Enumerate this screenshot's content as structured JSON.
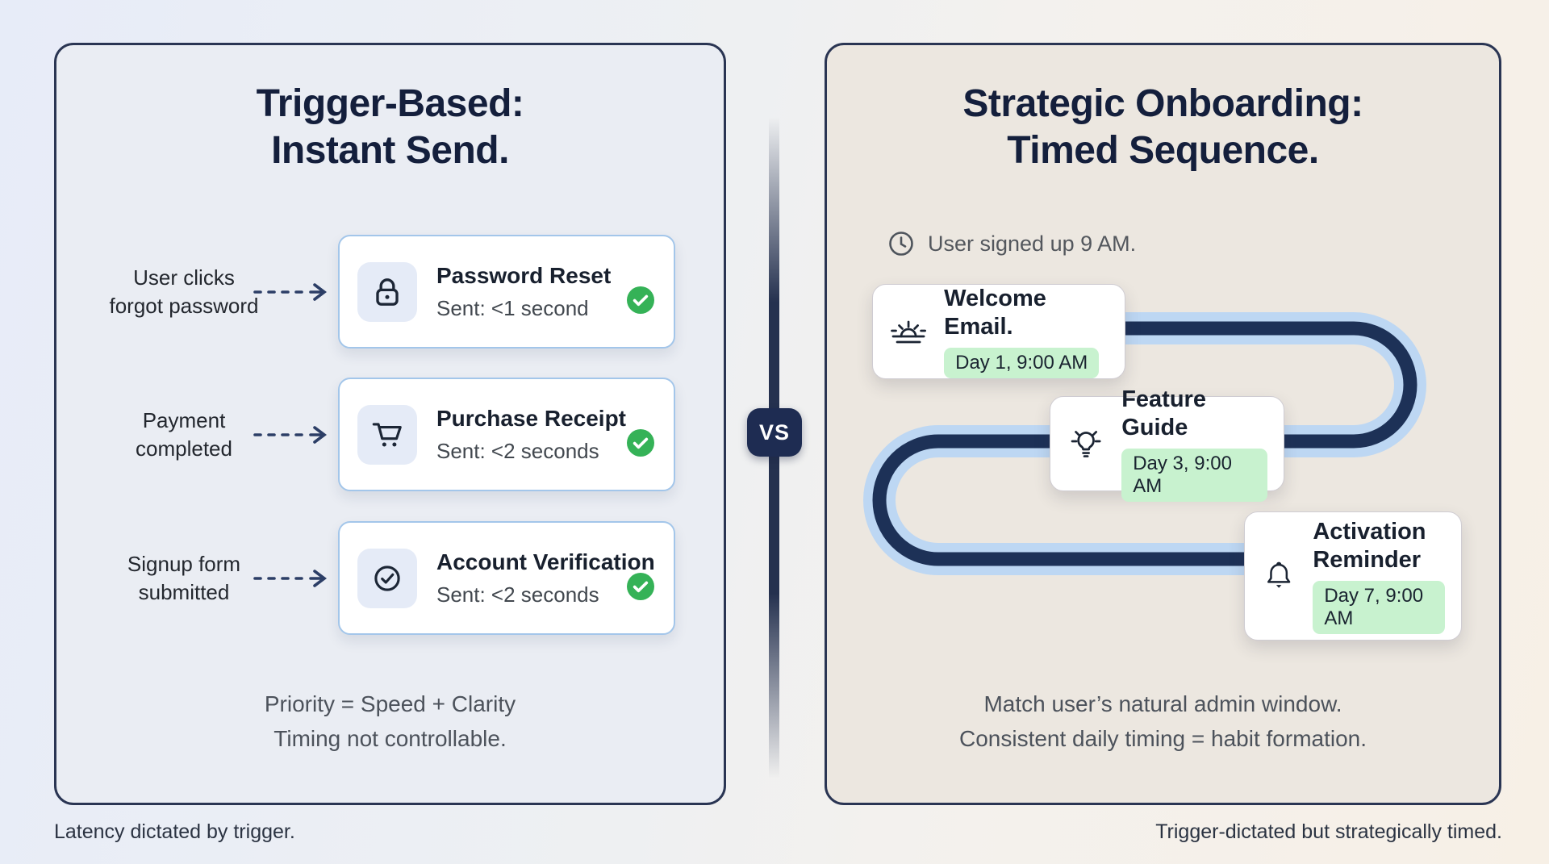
{
  "left_panel": {
    "title_line1": "Trigger-Based:",
    "title_line2": "Instant Send.",
    "rows": [
      {
        "trigger_line1": "User clicks",
        "trigger_line2": "forgot password",
        "email": "Password Reset",
        "sent": "Sent: <1 second",
        "icon": "lock-icon"
      },
      {
        "trigger_line1": "Payment",
        "trigger_line2": "completed",
        "email": "Purchase Receipt",
        "sent": "Sent: <2 seconds",
        "icon": "cart-icon"
      },
      {
        "trigger_line1": "Signup form",
        "trigger_line2": "submitted",
        "email": "Account Verification",
        "sent": "Sent: <2 seconds",
        "icon": "check-circle-icon"
      }
    ],
    "summary_line1": "Priority = Speed + Clarity",
    "summary_line2": "Timing not controllable.",
    "footnote": "Latency dictated by trigger."
  },
  "divider": {
    "badge": "VS"
  },
  "right_panel": {
    "title_line1": "Strategic Onboarding:",
    "title_line2": "Timed Sequence.",
    "signup_note": "User signed up 9 AM.",
    "steps": [
      {
        "title": "Welcome Email.",
        "badge": "Day 1, 9:00 AM",
        "icon": "sunrise-icon"
      },
      {
        "title": "Feature Guide",
        "badge": "Day 3, 9:00 AM",
        "icon": "lightbulb-icon"
      },
      {
        "title": "Activation Reminder",
        "badge": "Day 7, 9:00 AM",
        "icon": "bell-icon"
      }
    ],
    "summary_line1": "Match user’s natural admin window.",
    "summary_line2": "Consistent daily timing = habit formation.",
    "footnote": "Trigger-dictated but strategically timed."
  },
  "colors": {
    "navy": "#1d2e55",
    "panel_border": "#2a3553",
    "path_navy": "#1d3157",
    "path_halo_blue": "#bdd7f3",
    "card_border_blue": "#a3c6ea",
    "green_check": "#35b257",
    "green_pill_bg": "#c8f2cf",
    "left_panel_bg": "#eaedf3",
    "right_panel_bg": "#ece7e0"
  }
}
